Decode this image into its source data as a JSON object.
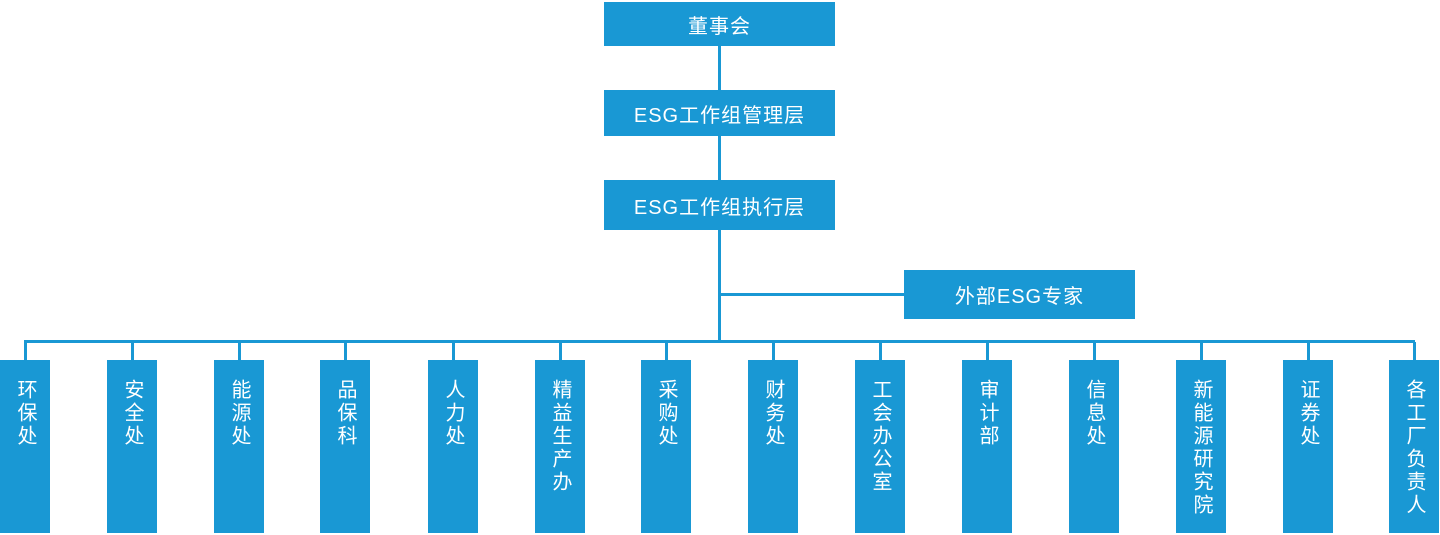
{
  "chart": {
    "type": "org-chart",
    "accent_color": "#1998d4",
    "text_color": "#ffffff",
    "background_color": "#ffffff"
  },
  "nodes": {
    "board": {
      "label": "董事会"
    },
    "management": {
      "label": "ESG工作组管理层"
    },
    "execution": {
      "label": "ESG工作组执行层"
    },
    "external": {
      "label": "外部ESG专家"
    }
  },
  "departments": [
    {
      "label": "环保处"
    },
    {
      "label": "安全处"
    },
    {
      "label": "能源处"
    },
    {
      "label": "品保科"
    },
    {
      "label": "人力处"
    },
    {
      "label": "精益生产办"
    },
    {
      "label": "采购处"
    },
    {
      "label": "财务处"
    },
    {
      "label": "工会办公室"
    },
    {
      "label": "审计部"
    },
    {
      "label": "信息处"
    },
    {
      "label": "新能源研究院"
    },
    {
      "label": "证券处"
    },
    {
      "label": "各工厂负责人"
    }
  ]
}
